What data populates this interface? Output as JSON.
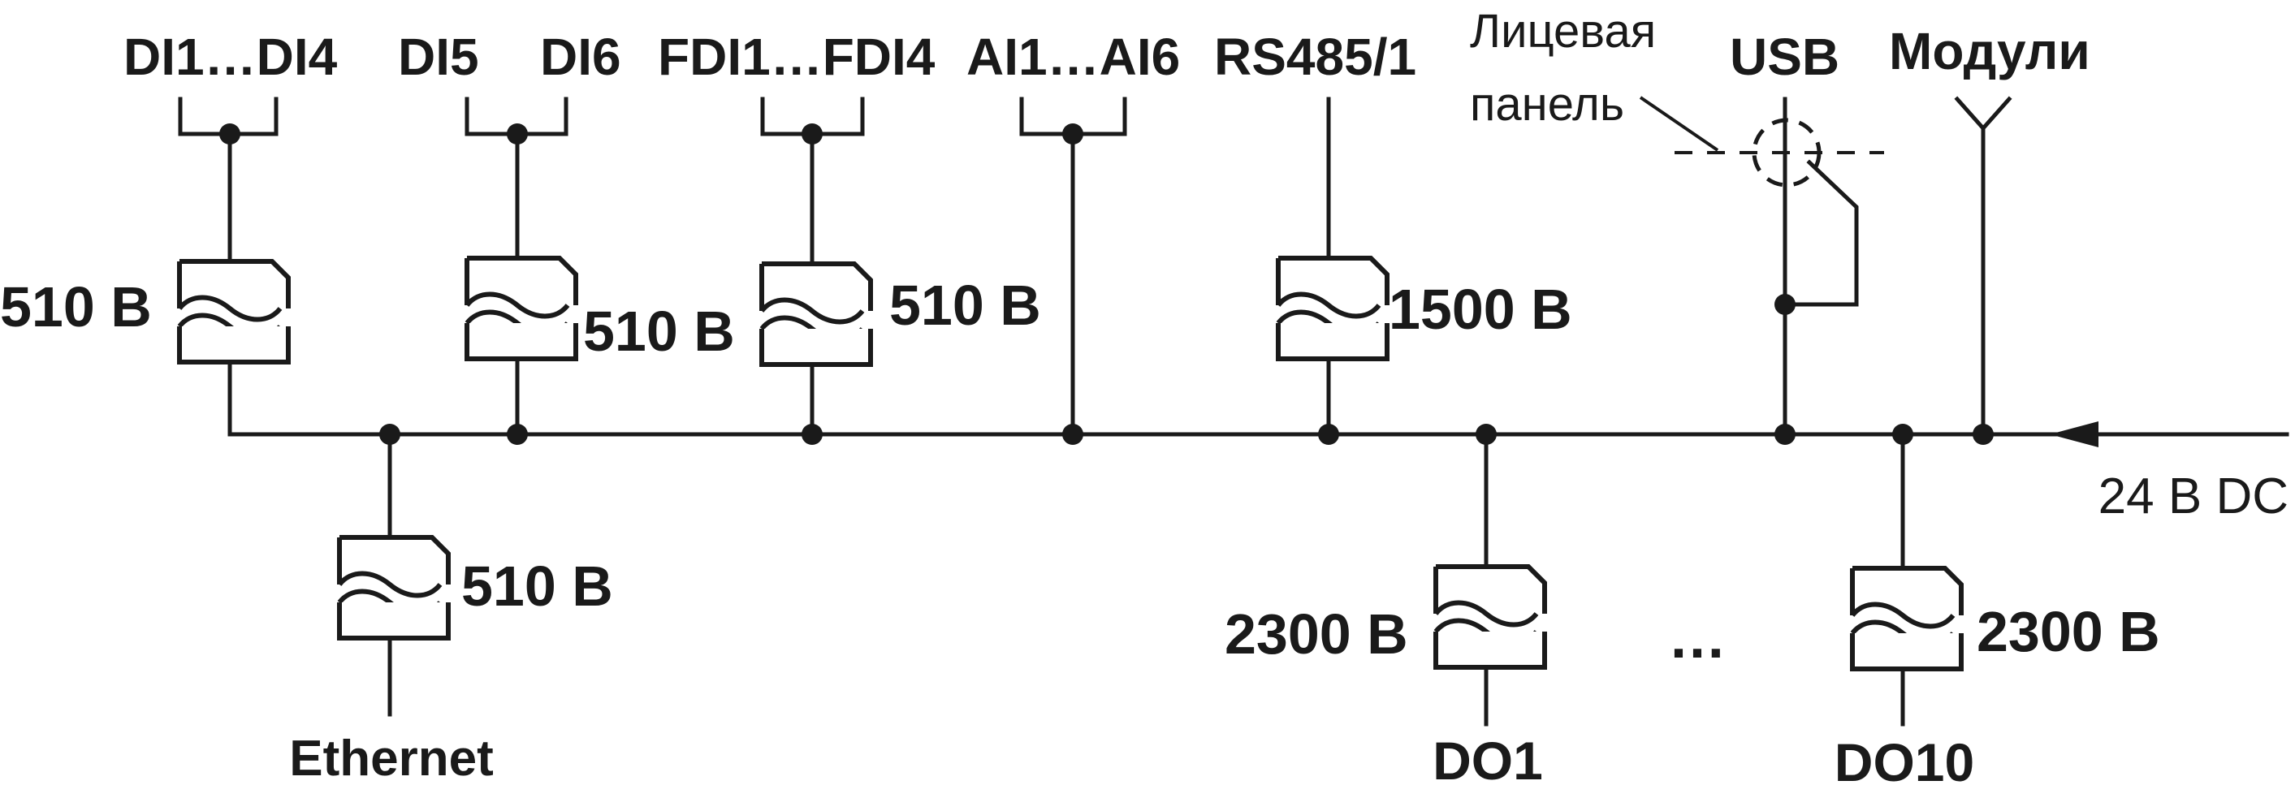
{
  "ports": {
    "di1_di4": "DI1…DI4",
    "di5": "DI5",
    "di6": "DI6",
    "fdi": "FDI1…FDI4",
    "ai": "AI1…AI6",
    "rs485": "RS485/1",
    "usb": "USB",
    "modules": "Модули",
    "front_panel_line1": "Лицевая",
    "front_panel_line2": "панель",
    "ethernet": "Ethernet",
    "do1": "DO1",
    "do10": "DO10",
    "ellipsis": "…",
    "power": "24 В DC"
  },
  "isolation": {
    "di1_di4": "510 В",
    "di5_di6": "510 В",
    "fdi": "510 В",
    "rs485": "1500 В",
    "ethernet": "510 В",
    "do1": "2300 В",
    "do10": "2300 В"
  },
  "colors": {
    "ink": "#1a1a1a",
    "background": "#ffffff"
  },
  "icons": {
    "isolation_barrier": "galvanic-isolation-symbol",
    "junction": "junction-dot",
    "antenna": "antenna-fork-icon",
    "arrow": "arrow-left-icon"
  }
}
